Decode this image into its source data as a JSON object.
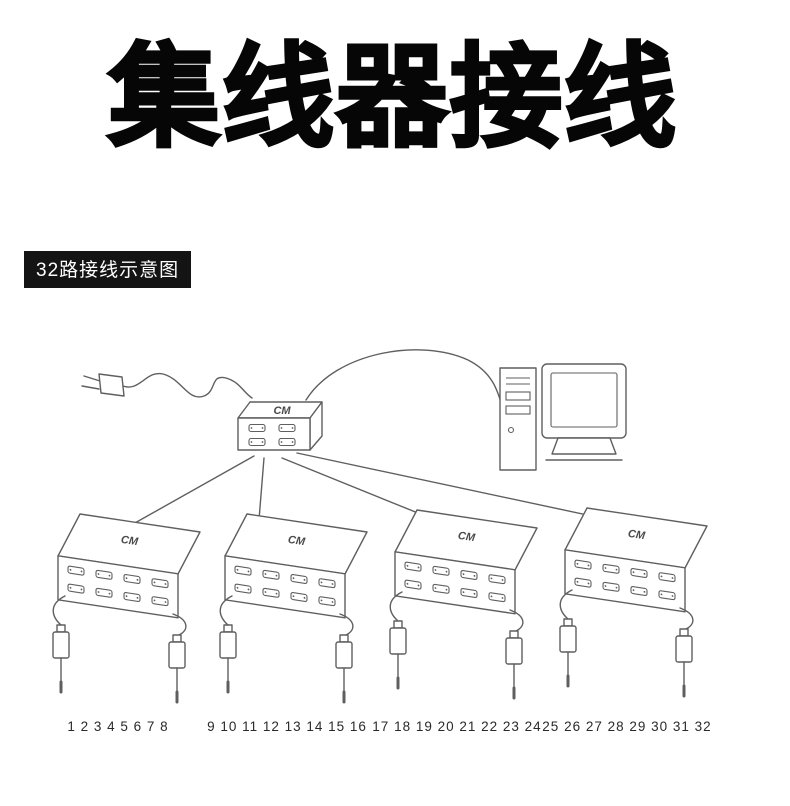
{
  "page": {
    "title": "集线器接线",
    "section_label": "32路接线示意图"
  },
  "diagram": {
    "logo": "CM",
    "groups": [
      {
        "numbers": "1 2 3 4 5 6 7 8"
      },
      {
        "numbers": "9 10 11 12 13 14 15 16"
      },
      {
        "numbers": "17 18 19 20 21 22 23 24"
      },
      {
        "numbers": "25 26 27 28 29 30 31 32"
      }
    ]
  }
}
